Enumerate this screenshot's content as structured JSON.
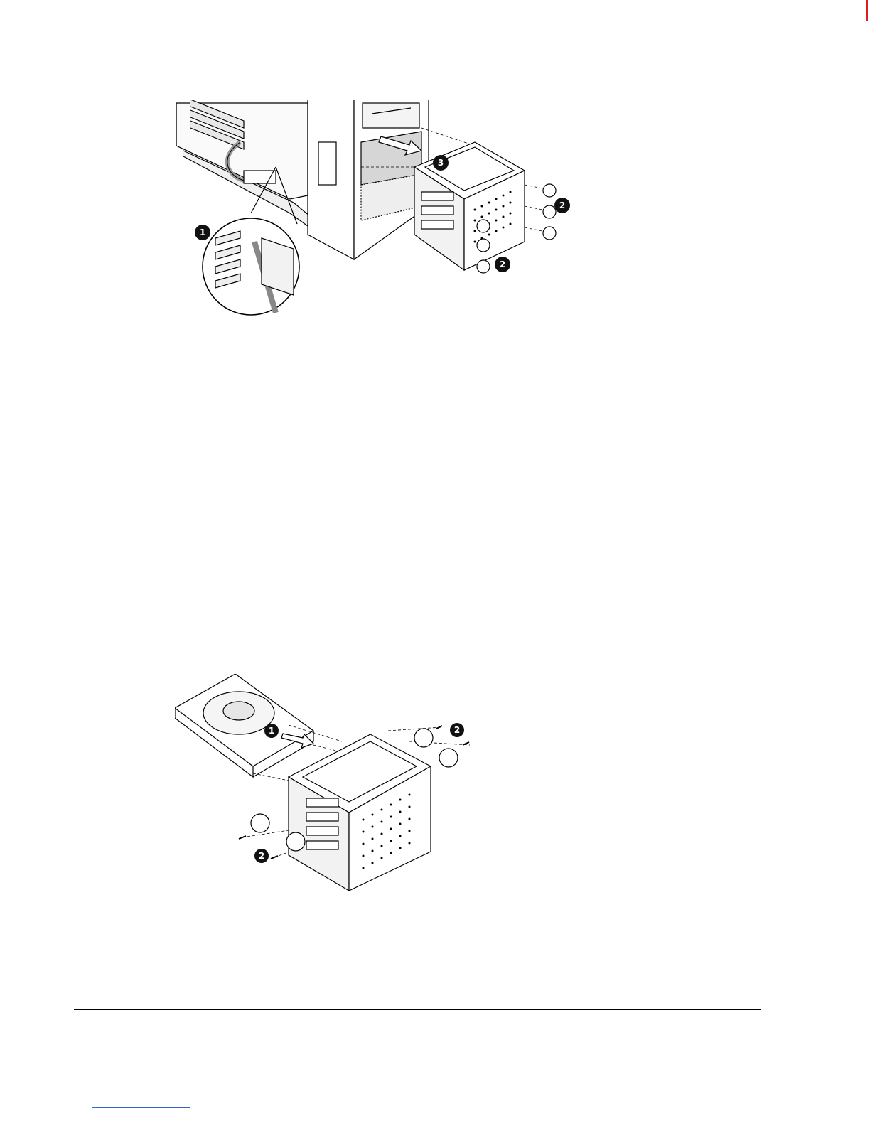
{
  "figures": [
    {
      "callouts": {
        "c1": "1",
        "c2a": "2",
        "c2b": "2",
        "c3": "3"
      }
    },
    {
      "callouts": {
        "c1": "1",
        "c2a": "2",
        "c2b": "2"
      }
    }
  ]
}
